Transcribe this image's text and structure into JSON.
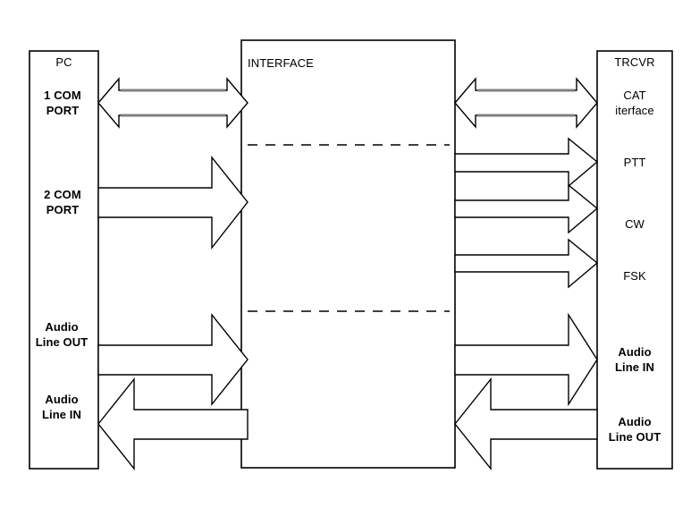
{
  "diagram": {
    "type": "block-diagram",
    "title_label": "INTERFACE",
    "blocks": {
      "pc": {
        "title": "PC",
        "ports": [
          {
            "id": "com1",
            "label": "1 COM\nPORT"
          },
          {
            "id": "com2",
            "label": "2 COM\nPORT"
          },
          {
            "id": "audio_out",
            "label": "Audio\nLine OUT"
          },
          {
            "id": "audio_in",
            "label": "Audio\nLine IN"
          }
        ]
      },
      "interface": {
        "title": "INTERFACE"
      },
      "trcvr": {
        "title": "TRCVR",
        "ports": [
          {
            "id": "cat",
            "label": "CAT\niterface"
          },
          {
            "id": "ptt",
            "label": "PTT"
          },
          {
            "id": "cw",
            "label": "CW"
          },
          {
            "id": "fsk",
            "label": "FSK"
          },
          {
            "id": "audio_in",
            "label": "Audio\nLine IN"
          },
          {
            "id": "audio_out",
            "label": "Audio\nLine OUT"
          }
        ]
      }
    },
    "connections": [
      {
        "id": "pc-com1-cat",
        "from": "1 COM PORT",
        "to": "CAT iterface",
        "direction": "bidirectional"
      },
      {
        "id": "pc-com2-ptt",
        "from": "2 COM PORT",
        "to": "PTT",
        "direction": "right"
      },
      {
        "id": "if-cw",
        "from": "INTERFACE",
        "to": "CW",
        "direction": "right"
      },
      {
        "id": "if-fsk",
        "from": "INTERFACE",
        "to": "FSK",
        "direction": "right"
      },
      {
        "id": "pc-audioout-audioin",
        "from": "Audio Line OUT",
        "to": "Audio Line IN",
        "direction": "right"
      },
      {
        "id": "trcvr-audioout-pc-audioin",
        "from": "Audio Line OUT",
        "to": "Audio Line IN",
        "direction": "left"
      }
    ],
    "colors": {
      "stroke": "#000000",
      "shaft": "#808080",
      "background": "#ffffff"
    }
  }
}
